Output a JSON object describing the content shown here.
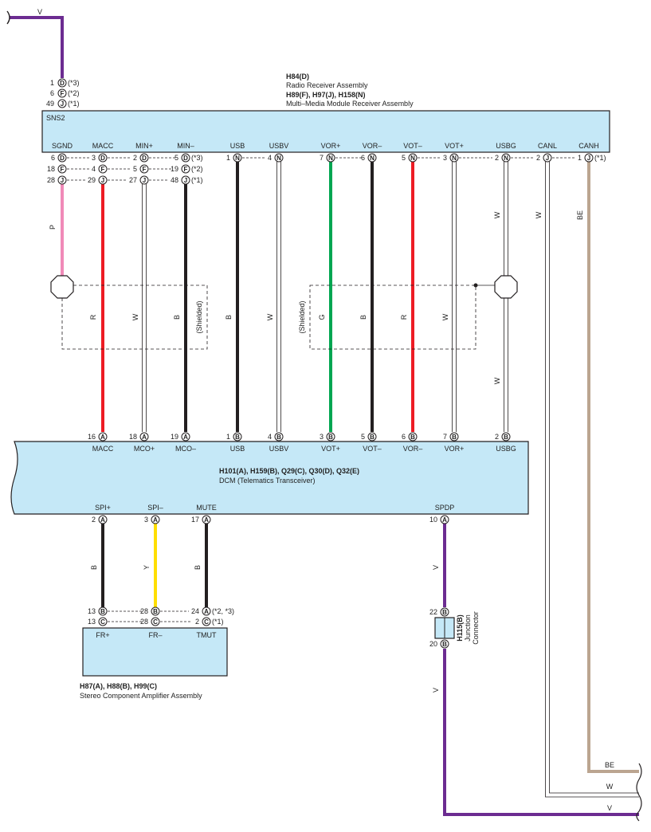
{
  "colors": {
    "violet": "#6c2c91",
    "pink": "#f08ab8",
    "red": "#ed1c24",
    "white_wire": "#ffffff",
    "black": "#231f20",
    "green": "#00a651",
    "beige": "#bba590",
    "yellow": "#ffde00",
    "module_fill": "#c5e8f7",
    "module_stroke": "#231f20",
    "shield": "#231f20"
  },
  "top": {
    "title1": "H84(D)",
    "sub1": "Radio Receiver Assembly",
    "title2": "H89(F), H97(J), H158(N)",
    "sub2": "Multi–Media Module Receiver Assembly",
    "name": "SNS2",
    "violet_label": "V",
    "sns2_pins": [
      {
        "num": "1",
        "conn": "D",
        "note": "(*3)"
      },
      {
        "num": "6",
        "conn": "F",
        "note": "(*2)"
      },
      {
        "num": "49",
        "conn": "J",
        "note": "(*1)"
      }
    ],
    "terminals": [
      "SGND",
      "MACC",
      "MIN+",
      "MIN–",
      "USB",
      "USBV",
      "VOR+",
      "VOR–",
      "VOT–",
      "VOT+",
      "USBG",
      "CANL",
      "CANH"
    ]
  },
  "pinrows": [
    [
      {
        "num": "6",
        "conn": "D"
      },
      {
        "num": "3",
        "conn": "D"
      },
      {
        "num": "2",
        "conn": "D"
      },
      {
        "num": "5",
        "conn": "D",
        "note": "(*3)"
      },
      {
        "num": "1",
        "conn": "N"
      },
      {
        "num": "4",
        "conn": "N"
      },
      {
        "num": "7",
        "conn": "N"
      },
      {
        "num": "6",
        "conn": "N"
      },
      {
        "num": "5",
        "conn": "N"
      },
      {
        "num": "3",
        "conn": "N"
      },
      {
        "num": "2",
        "conn": "N"
      },
      {
        "num": "2",
        "conn": "J"
      },
      {
        "num": "1",
        "conn": "J",
        "note": "(*1)"
      }
    ],
    [
      {
        "num": "18",
        "conn": "F"
      },
      {
        "num": "4",
        "conn": "F"
      },
      {
        "num": "5",
        "conn": "F"
      },
      {
        "num": "19",
        "conn": "F",
        "note": "(*2)"
      }
    ],
    [
      {
        "num": "28",
        "conn": "J"
      },
      {
        "num": "29",
        "conn": "J"
      },
      {
        "num": "27",
        "conn": "J"
      },
      {
        "num": "48",
        "conn": "J",
        "note": "(*1)"
      }
    ]
  ],
  "wire_labels": {
    "sgnd": "P",
    "macc": "R",
    "minp": "W",
    "minm": "B",
    "usb": "B",
    "usbv": "W",
    "vorp": "G",
    "vorm": "B",
    "votm": "R",
    "votp": "W",
    "usbg": "W",
    "usbg2": "W",
    "canl": "W",
    "canh": "BE",
    "shield_left": "(Shielded)",
    "shield_right": "(Shielded)"
  },
  "dcm": {
    "title": "H101(A), H159(B), Q29(C), Q30(D), Q32(E)",
    "sub": "DCM (Telematics Transceiver)",
    "top_pins": [
      {
        "num": "16",
        "conn": "A",
        "label": "MACC"
      },
      {
        "num": "18",
        "conn": "A",
        "label": "MCO+"
      },
      {
        "num": "19",
        "conn": "A",
        "label": "MCO–"
      },
      {
        "num": "1",
        "conn": "B",
        "label": "USB"
      },
      {
        "num": "4",
        "conn": "B",
        "label": "USBV"
      },
      {
        "num": "3",
        "conn": "B",
        "label": "VOT+"
      },
      {
        "num": "5",
        "conn": "B",
        "label": "VOT–"
      },
      {
        "num": "6",
        "conn": "B",
        "label": "VOR–"
      },
      {
        "num": "7",
        "conn": "B",
        "label": "VOR+"
      },
      {
        "num": "2",
        "conn": "B",
        "label": "USBG"
      }
    ],
    "bottom_pins": [
      {
        "num": "2",
        "conn": "A",
        "label": "SPI+"
      },
      {
        "num": "3",
        "conn": "A",
        "label": "SPI–"
      },
      {
        "num": "17",
        "conn": "A",
        "label": "MUTE"
      },
      {
        "num": "10",
        "conn": "A",
        "label": "SPDP"
      }
    ]
  },
  "lower_labels": {
    "spip": "B",
    "spim": "Y",
    "mute": "B",
    "spdp_top": "V",
    "spdp_bottom": "V"
  },
  "amp": {
    "title": "H87(A), H88(B), H99(C)",
    "sub": "Stereo Component Amplifier Assembly",
    "row1": [
      {
        "num": "13",
        "conn": "B"
      },
      {
        "num": "28",
        "conn": "B"
      },
      {
        "num": "24",
        "conn": "A",
        "note": "(*2, *3)"
      }
    ],
    "row2": [
      {
        "num": "13",
        "conn": "C"
      },
      {
        "num": "28",
        "conn": "C"
      },
      {
        "num": "2",
        "conn": "C",
        "note": "(*1)"
      }
    ],
    "terminals": [
      "FR+",
      "FR–",
      "TMUT"
    ]
  },
  "junction": {
    "title": "H115(B)",
    "sub1": "Junction",
    "sub2": "Connector",
    "top": {
      "num": "22",
      "conn": "B"
    },
    "bottom": {
      "num": "20",
      "conn": "B"
    }
  },
  "right_labels": {
    "be": "BE",
    "w": "W",
    "v": "V"
  }
}
